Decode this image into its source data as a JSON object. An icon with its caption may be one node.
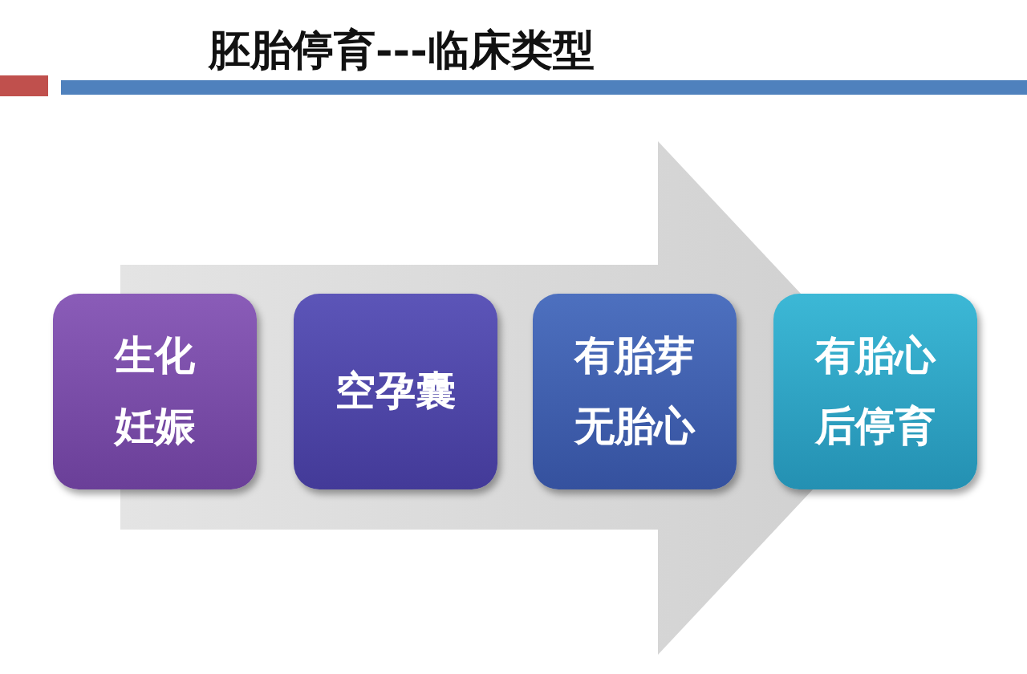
{
  "diagram": {
    "title": "胚胎停育---临床类型",
    "nodes": [
      {
        "text": [
          "生化妊娠"
        ]
      },
      {
        "text": [
          "空孕囊"
        ]
      },
      {
        "text": [
          "有胎芽无胎心"
        ]
      },
      {
        "text": [
          "有胎心后停育"
        ]
      }
    ],
    "edges": [
      {
        "from": 0,
        "to": 3,
        "arrow": "to"
      }
    ]
  }
}
